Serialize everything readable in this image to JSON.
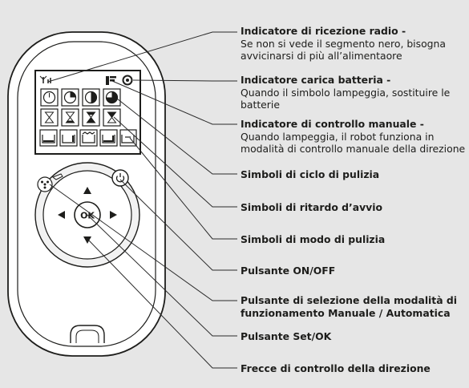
{
  "colors": {
    "background": "#e6e6e6",
    "ink": "#1d1d1b",
    "device_fill": "#ffffff",
    "screen_fill": "#ffffff",
    "leader_line": "#2b2b2b"
  },
  "device": {
    "ok_label": "OK",
    "icons": {
      "radio": "antenna-icon",
      "battery": "battery-icon",
      "manual": "manual-control-icon",
      "power": "power-icon",
      "mode": "mode-select-icon",
      "arrows": [
        "arrow-up-icon",
        "arrow-right-icon",
        "arrow-down-icon",
        "arrow-left-icon"
      ],
      "cycle": [
        "clock-icon",
        "clock-quarter-icon",
        "clock-half-icon",
        "clock-three-quarter-icon"
      ],
      "delay": [
        "hourglass-icon",
        "hourglass-icon",
        "hourglass-icon",
        "hourglass-icon"
      ],
      "mode_symbols": [
        "pool-floor-icon",
        "pool-wall-icon",
        "pool-waterline-icon",
        "pool-floor-wall-icon",
        "pool-custom-icon"
      ]
    }
  },
  "labels": [
    {
      "title": "Indicatore di ricezione radio -",
      "lines": [
        "Se non si vede il segmento nero, bisogna",
        "avvicinarsi di più all’alimentaore"
      ]
    },
    {
      "title": "Indicatore carica batteria -",
      "lines": [
        "Quando il simbolo lampeggia, sostituire le",
        "batterie"
      ]
    },
    {
      "title": "Indicatore di controllo manuale -",
      "lines": [
        "Quando lampeggia, il robot funziona in",
        "modalità di controllo manuale della direzione"
      ]
    },
    {
      "title": "Simboli di ciclo di pulizia",
      "lines": []
    },
    {
      "title": "Simboli di ritardo d’avvio",
      "lines": []
    },
    {
      "title": "Simboli di modo di pulizia",
      "lines": []
    },
    {
      "title": "Pulsante ON/OFF",
      "lines": []
    },
    {
      "title": "Pulsante di selezione della modalità di",
      "lines": [
        "funzionamento Manuale / Automatica"
      ]
    },
    {
      "title": "Pulsante Set/OK",
      "lines": []
    },
    {
      "title": "Frecce di controllo della direzione",
      "lines": []
    }
  ]
}
